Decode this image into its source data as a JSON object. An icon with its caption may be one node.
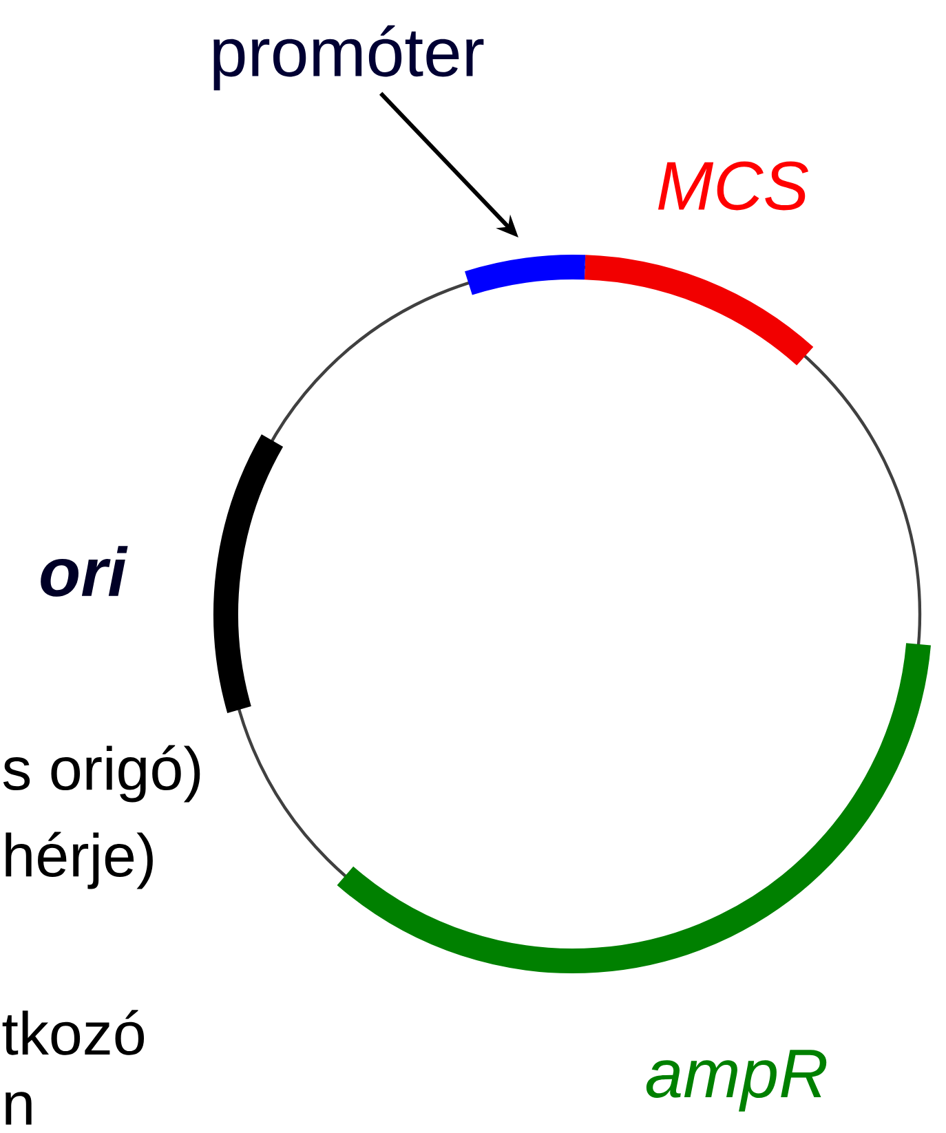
{
  "diagram": {
    "nodes": [
      {
        "text": [
          "promóter"
        ]
      },
      {
        "text": [],
        "shape": "bar"
      }
    ],
    "edges": [
      {
        "from": 0,
        "to": 1,
        "arrow": "to"
      }
    ],
    "labels": [
      "MCS",
      "ori",
      "s origó)",
      "hérje)",
      "tkozó",
      "n",
      "ampR"
    ]
  }
}
